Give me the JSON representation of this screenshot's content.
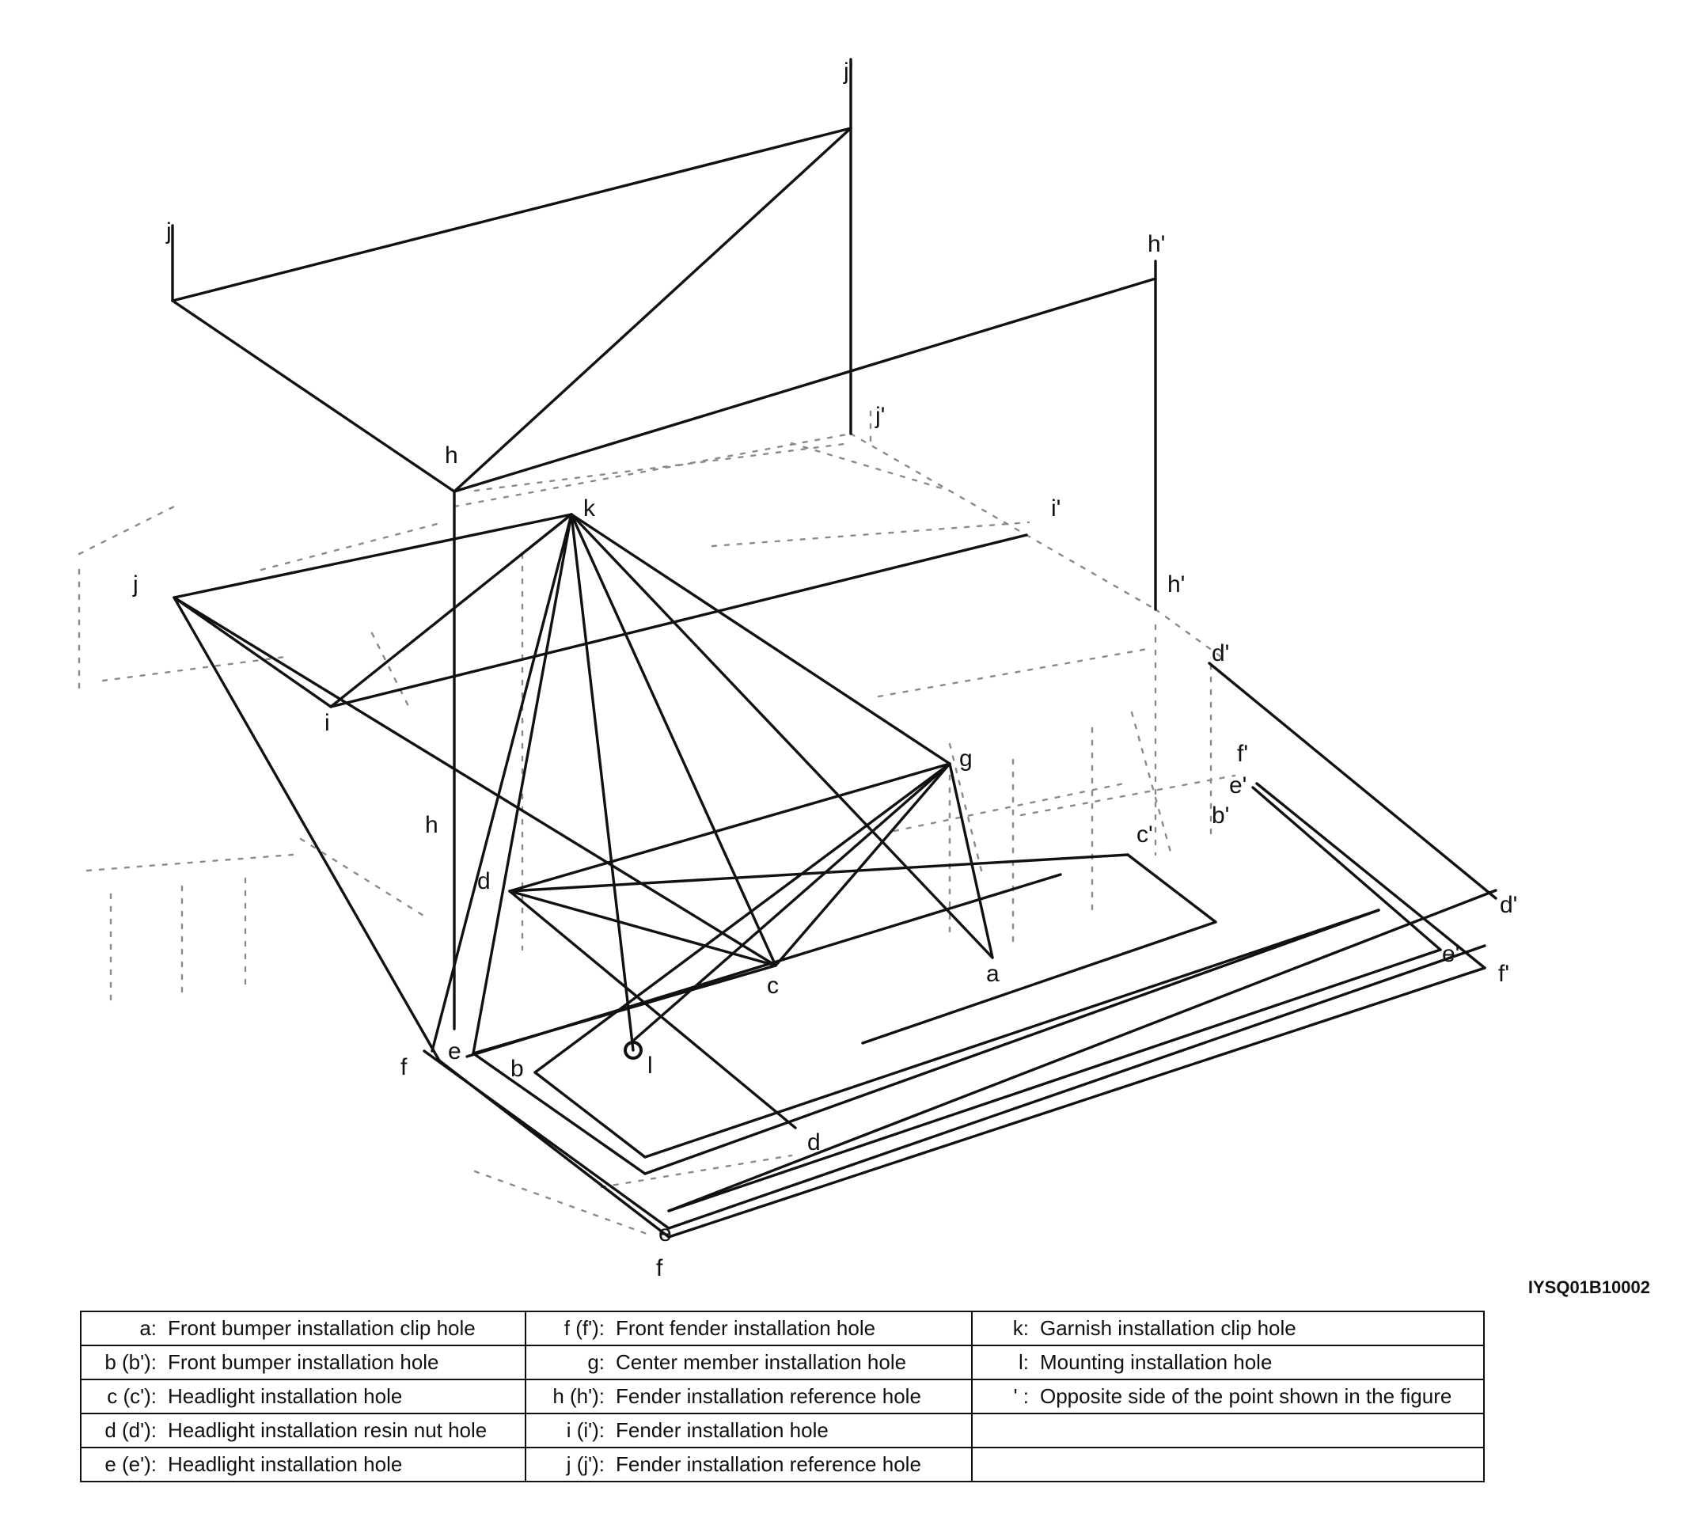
{
  "figure_code": "IYSQ01B10002",
  "point_labels": {
    "a": "a",
    "b": "b",
    "b_prime": "b'",
    "c": "c",
    "c_prime": "c'",
    "d": "d",
    "d_prime": "d'",
    "e": "e",
    "e_prime": "e'",
    "f": "f",
    "f_prime": "f'",
    "g": "g",
    "h": "h",
    "h_prime": "h'",
    "i": "i",
    "i_prime": "i'",
    "j": "j",
    "j_prime": "j'",
    "k": "k",
    "l": "l"
  },
  "legend": [
    [
      {
        "key": "a:",
        "text": "Front bumper installation clip hole"
      },
      {
        "key": "f (f'):",
        "text": "Front fender installation hole"
      },
      {
        "key": "k:",
        "text": "Garnish installation clip hole"
      }
    ],
    [
      {
        "key": "b (b'):",
        "text": "Front bumper installation hole"
      },
      {
        "key": "g:",
        "text": "Center member installation hole"
      },
      {
        "key": "l:",
        "text": "Mounting installation hole"
      }
    ],
    [
      {
        "key": "c (c'):",
        "text": "Headlight installation hole"
      },
      {
        "key": "h (h'):",
        "text": "Fender installation reference hole"
      },
      {
        "key": "' :",
        "text": "Opposite side of the point shown in the figure"
      }
    ],
    [
      {
        "key": "d (d'):",
        "text": "Headlight installation resin nut hole"
      },
      {
        "key": "i (i'):",
        "text": "Fender installation hole"
      },
      {
        "key": "",
        "text": ""
      }
    ],
    [
      {
        "key": "e (e'):",
        "text": "Headlight installation hole"
      },
      {
        "key": "j (j'):",
        "text": "Fender installation reference hole"
      },
      {
        "key": "",
        "text": ""
      }
    ]
  ]
}
